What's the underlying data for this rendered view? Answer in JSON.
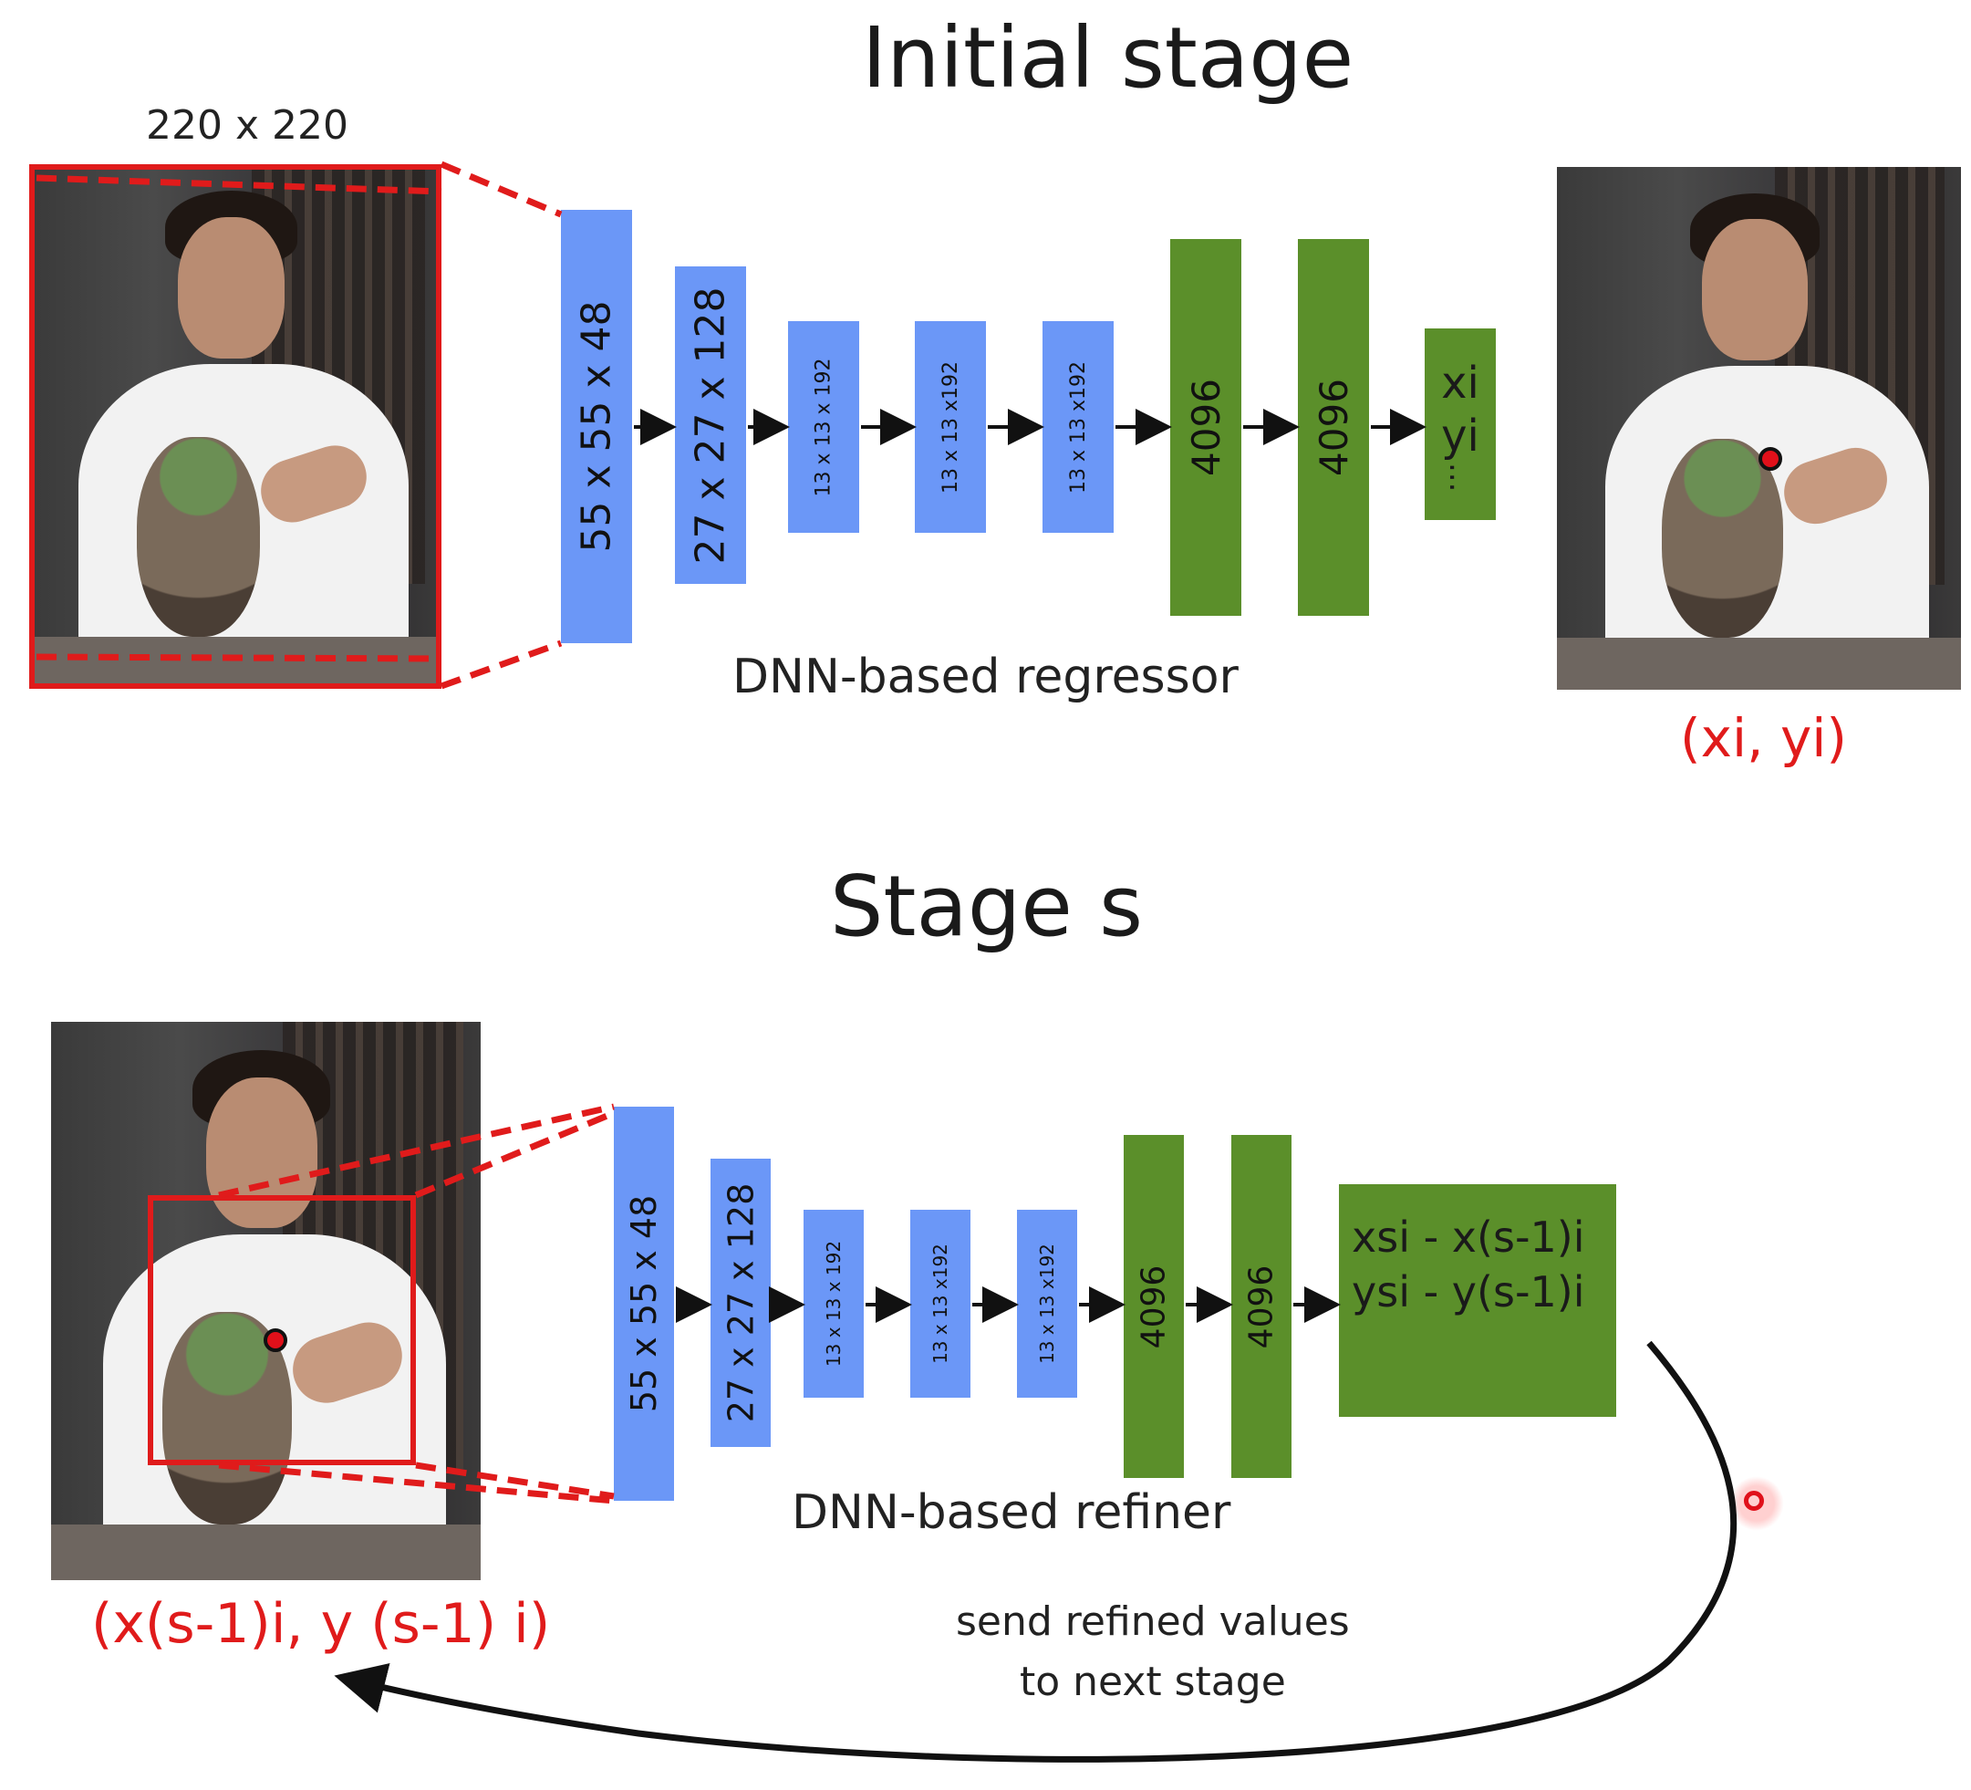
{
  "initial_stage": {
    "title": "Initial stage",
    "input_size": "220 x 220",
    "caption": "DNN-based regressor",
    "output_label": "(xi, yi)",
    "layers": [
      {
        "label": "55 x 55 x 48",
        "kind": "conv"
      },
      {
        "label": "27 x 27 x 128",
        "kind": "conv"
      },
      {
        "label": "13 x 13 x 192",
        "kind": "conv"
      },
      {
        "label": "13 x 13 x192",
        "kind": "conv"
      },
      {
        "label": "13 x 13 x192",
        "kind": "conv"
      },
      {
        "label": "4096",
        "kind": "fc"
      },
      {
        "label": "4096",
        "kind": "fc"
      }
    ],
    "output_values": [
      "xi",
      "yi",
      "..."
    ]
  },
  "stage_s": {
    "title": "Stage s",
    "caption": "DNN-based refiner",
    "input_label": "(x(s-1)i, y (s-1) i)",
    "layers": [
      {
        "label": "55 x 55 x 48",
        "kind": "conv"
      },
      {
        "label": "27 x 27 x 128",
        "kind": "conv"
      },
      {
        "label": "13 x 13 x 192",
        "kind": "conv"
      },
      {
        "label": "13 x 13 x192",
        "kind": "conv"
      },
      {
        "label": "13 x 13 x192",
        "kind": "conv"
      },
      {
        "label": "4096",
        "kind": "fc"
      },
      {
        "label": "4096",
        "kind": "fc"
      }
    ],
    "output_lines": [
      "xsi - x(s-1)i",
      "ysi - y(s-1)i"
    ],
    "feedback_label_line1": "send refined values",
    "feedback_label_line2": "to next stage"
  },
  "colors": {
    "conv_layer": "#6b97f7",
    "fc_layer": "#5b8f2a",
    "highlight": "#e01b1b",
    "arrow": "#111111"
  }
}
